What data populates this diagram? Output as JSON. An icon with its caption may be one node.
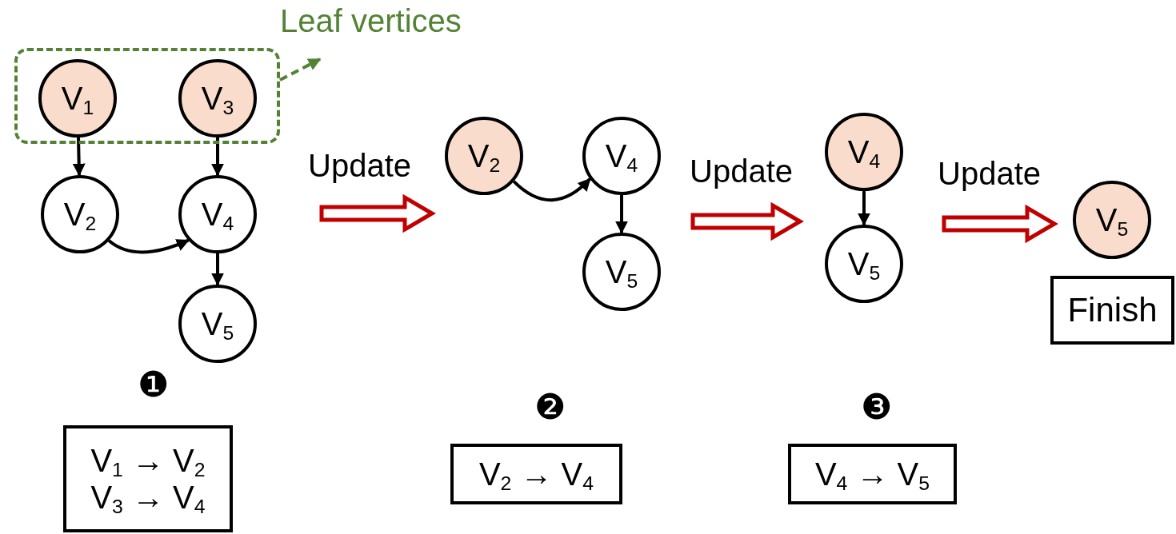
{
  "diagram": {
    "nodes": [
      {
        "text": [],
        "shape": "box"
      },
      {
        "text": [
          "V$_{1}$"
        ],
        "in": 0
      },
      {
        "text": [
          "V$_{3}$"
        ],
        "in": 0
      },
      {
        "text": [
          "Leaf vertices"
        ]
      },
      {
        "text": [
          "V$_{2}$"
        ]
      },
      {
        "text": [
          "V$_{4}$"
        ]
      },
      {
        "text": [
          "V$_{5}$"
        ]
      },
      {
        "text": [
          "V$_{2}$"
        ]
      },
      {
        "text": [
          "V$_{4}$"
        ]
      },
      {
        "text": [
          "V$_{5}$"
        ]
      },
      {
        "text": [
          "V$_{4}$"
        ]
      },
      {
        "text": [
          "V$_{5}$"
        ]
      },
      {
        "text": [
          "V$_{5}$"
        ]
      },
      {
        "text": [
          "Finish"
        ]
      },
      {
        "text": [
          "V$_{1}$ → V$_{2}$",
          "V$_{3}$ → V$_{4}$"
        ]
      },
      {
        "text": [
          "V$_{2}$ → V$_{4}$"
        ]
      },
      {
        "text": [
          "V$_{4}$ → V$_{5}$"
        ]
      }
    ],
    "edges": [
      {
        "from": 0,
        "to": 3,
        "arrow": "to",
        "style": "dashed",
        "color": "#548235"
      },
      {
        "from": 1,
        "to": 4,
        "arrow": "to"
      },
      {
        "from": 2,
        "to": 5,
        "arrow": "to"
      },
      {
        "from": 4,
        "to": 5,
        "arrow": "to"
      },
      {
        "from": 5,
        "to": 6,
        "arrow": "to"
      },
      {
        "from": 7,
        "to": 8,
        "arrow": "to"
      },
      {
        "from": 8,
        "to": 9,
        "arrow": "to"
      },
      {
        "from": 10,
        "to": 11,
        "arrow": "to"
      },
      {
        "from": null,
        "to": 7,
        "arrow": "to",
        "style": "thick",
        "color": "#c00000"
      },
      {
        "from": 9,
        "to": 11,
        "arrow": "to",
        "style": "thick",
        "color": "#c00000"
      },
      {
        "from": null,
        "to": 12,
        "arrow": "to",
        "style": "thick",
        "color": "#c00000"
      }
    ],
    "labels": [
      "Update",
      "Update",
      "Update",
      "❶",
      "❷",
      "❸"
    ]
  }
}
